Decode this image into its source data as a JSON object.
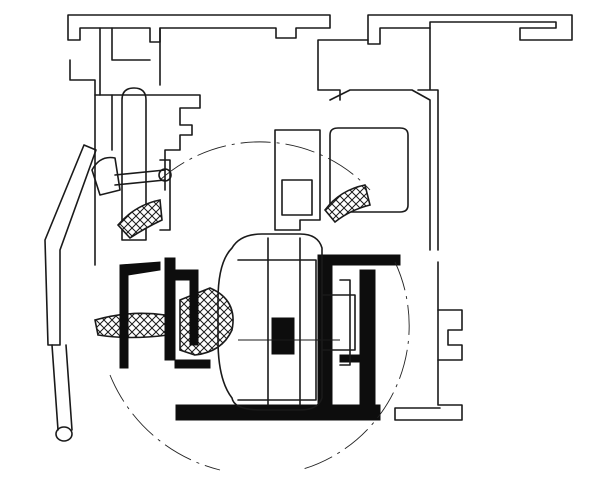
{
  "drawing": {
    "kind": "window-frame-cross-section",
    "colors": {
      "line": "#1a1a1a",
      "fill": "#0d0d0d",
      "background": "#ffffff"
    },
    "parts": [
      "outer-frame-profile",
      "sash-profile",
      "hinge-mechanism",
      "glazing-bead",
      "gasket-seals",
      "reinforcement-core",
      "handle-cover",
      "drainage-pipe"
    ]
  }
}
